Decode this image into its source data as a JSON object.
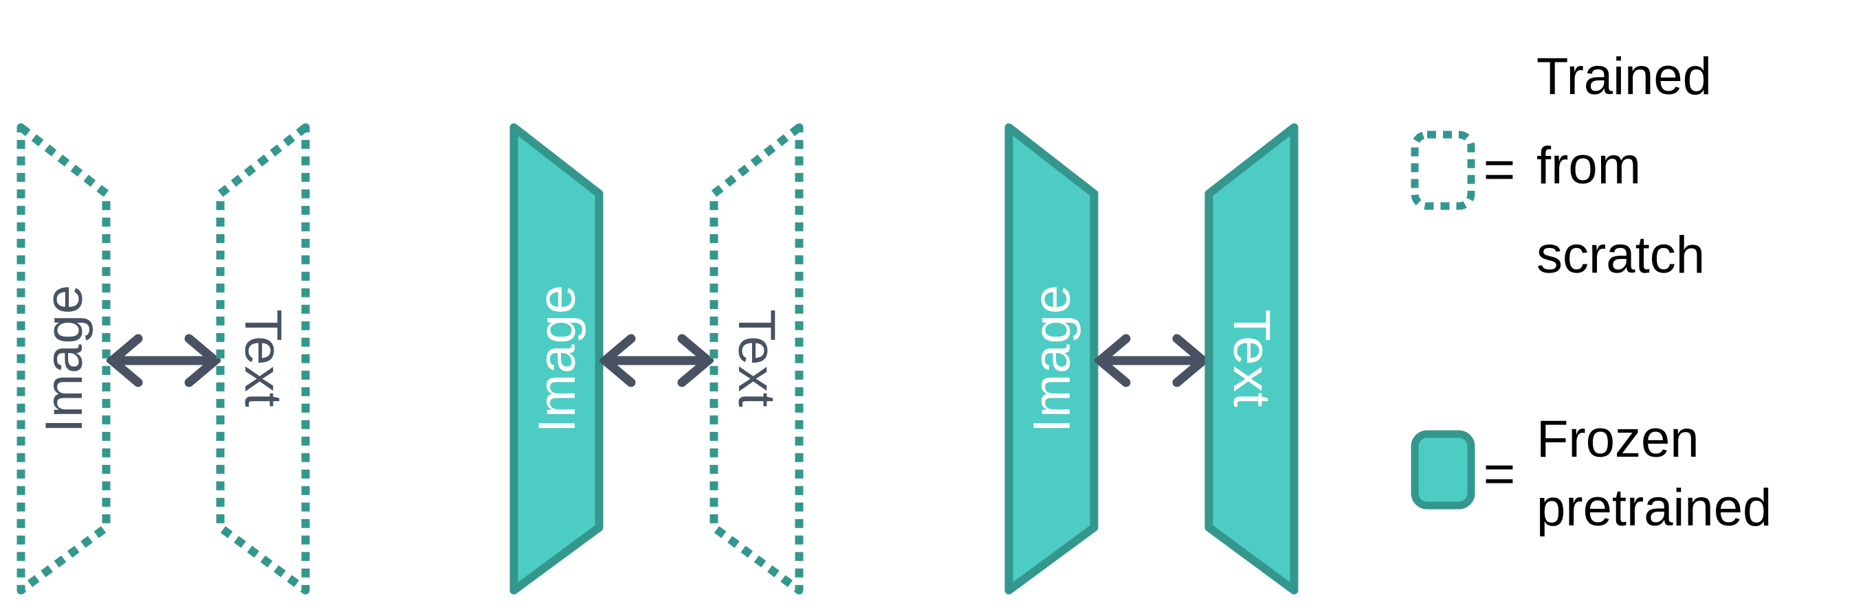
{
  "figure": {
    "description_visible_text_only": true,
    "colors": {
      "teal_fill": "#4DCCC3",
      "teal_stroke": "#34978E",
      "arrow_dark": "#485263",
      "dark_label": "#475263",
      "white_label": "#FFFFFF",
      "legend_text": "#000000",
      "background": "#FFFFFF"
    },
    "pairs": [
      {
        "left": {
          "label": "Image",
          "variant": "trained-from-scratch"
        },
        "right": {
          "label": "Text",
          "variant": "trained-from-scratch"
        }
      },
      {
        "left": {
          "label": "Image",
          "variant": "frozen-pretrained"
        },
        "right": {
          "label": "Text",
          "variant": "trained-from-scratch"
        }
      },
      {
        "left": {
          "label": "Image",
          "variant": "frozen-pretrained"
        },
        "right": {
          "label": "Text",
          "variant": "frozen-pretrained"
        }
      }
    ],
    "legend": [
      {
        "symbol": "dashed-outline-rounded-square",
        "equals": "=",
        "label": "Trained from scratch"
      },
      {
        "symbol": "teal-filled-rounded-square",
        "equals": "=",
        "label": "Frozen pretrained"
      }
    ]
  }
}
